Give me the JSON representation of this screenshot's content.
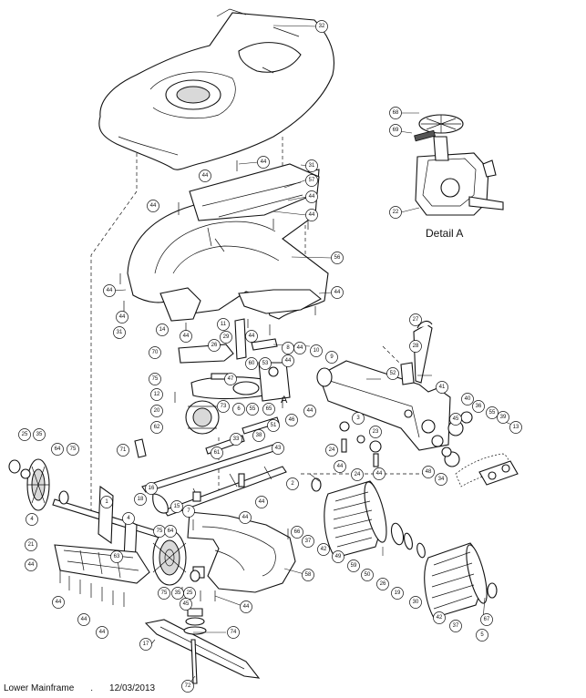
{
  "detail_label": "Detail A",
  "section_marker": "A",
  "footer": {
    "title": "Lower Mainframe",
    "separator": ".",
    "date": "12/03/2013"
  },
  "callouts": [
    {
      "id": "c32",
      "label": "32"
    },
    {
      "id": "c68",
      "label": "68"
    },
    {
      "id": "c69",
      "label": "69"
    },
    {
      "id": "c22",
      "label": "22"
    },
    {
      "id": "c44a",
      "label": "44"
    },
    {
      "id": "c44b",
      "label": "44"
    },
    {
      "id": "c44c",
      "label": "44"
    },
    {
      "id": "c31a",
      "label": "31"
    },
    {
      "id": "c57",
      "label": "57"
    },
    {
      "id": "c44d",
      "label": "44"
    },
    {
      "id": "c44e",
      "label": "44"
    },
    {
      "id": "c44f",
      "label": "44"
    },
    {
      "id": "c56",
      "label": "56"
    },
    {
      "id": "c44g",
      "label": "44"
    },
    {
      "id": "c44h",
      "label": "44"
    },
    {
      "id": "c31b",
      "label": "31"
    },
    {
      "id": "c14",
      "label": "14"
    },
    {
      "id": "c44i",
      "label": "44"
    },
    {
      "id": "c11",
      "label": "11"
    },
    {
      "id": "c44j",
      "label": "44"
    },
    {
      "id": "c27",
      "label": "27"
    },
    {
      "id": "c28",
      "label": "28"
    },
    {
      "id": "c70",
      "label": "70"
    },
    {
      "id": "c26",
      "label": "26"
    },
    {
      "id": "c29",
      "label": "29"
    },
    {
      "id": "c8",
      "label": "8"
    },
    {
      "id": "c44k",
      "label": "44"
    },
    {
      "id": "c10",
      "label": "10"
    },
    {
      "id": "c9",
      "label": "9"
    },
    {
      "id": "c60",
      "label": "60"
    },
    {
      "id": "c53",
      "label": "53"
    },
    {
      "id": "c44l",
      "label": "44"
    },
    {
      "id": "c75a",
      "label": "75"
    },
    {
      "id": "c47",
      "label": "47"
    },
    {
      "id": "c52",
      "label": "52"
    },
    {
      "id": "c12",
      "label": "12"
    },
    {
      "id": "c73",
      "label": "73"
    },
    {
      "id": "c6",
      "label": "6"
    },
    {
      "id": "c55a",
      "label": "55"
    },
    {
      "id": "c65",
      "label": "65"
    },
    {
      "id": "c41",
      "label": "41"
    },
    {
      "id": "c40",
      "label": "40"
    },
    {
      "id": "c36",
      "label": "36"
    },
    {
      "id": "c39",
      "label": "39"
    },
    {
      "id": "c45",
      "label": "45"
    },
    {
      "id": "c55b",
      "label": "55"
    },
    {
      "id": "c13",
      "label": "13"
    },
    {
      "id": "c20",
      "label": "20"
    },
    {
      "id": "c44m",
      "label": "44"
    },
    {
      "id": "c46",
      "label": "46"
    },
    {
      "id": "c62",
      "label": "62"
    },
    {
      "id": "c51",
      "label": "51"
    },
    {
      "id": "c3",
      "label": "3"
    },
    {
      "id": "c23",
      "label": "23"
    },
    {
      "id": "c24a",
      "label": "24"
    },
    {
      "id": "c44n",
      "label": "44"
    },
    {
      "id": "c24b",
      "label": "24"
    },
    {
      "id": "c44o",
      "label": "44"
    },
    {
      "id": "c48",
      "label": "48"
    },
    {
      "id": "c34",
      "label": "34"
    },
    {
      "id": "c38",
      "label": "38"
    },
    {
      "id": "c33",
      "label": "33"
    },
    {
      "id": "c43",
      "label": "43"
    },
    {
      "id": "c61",
      "label": "61"
    },
    {
      "id": "c71",
      "label": "71"
    },
    {
      "id": "c25a",
      "label": "25"
    },
    {
      "id": "c35a",
      "label": "35"
    },
    {
      "id": "c64a",
      "label": "64"
    },
    {
      "id": "c75b",
      "label": "75"
    },
    {
      "id": "c2",
      "label": "2"
    },
    {
      "id": "c18",
      "label": "18"
    },
    {
      "id": "c16",
      "label": "16"
    },
    {
      "id": "c15",
      "label": "15"
    },
    {
      "id": "c7",
      "label": "7"
    },
    {
      "id": "c44p",
      "label": "44"
    },
    {
      "id": "c44q",
      "label": "44"
    },
    {
      "id": "c1",
      "label": "1"
    },
    {
      "id": "c4a",
      "label": "4"
    },
    {
      "id": "c4b",
      "label": "4"
    },
    {
      "id": "c21",
      "label": "21"
    },
    {
      "id": "c63",
      "label": "63"
    },
    {
      "id": "c75c",
      "label": "75"
    },
    {
      "id": "c64b",
      "label": "64"
    },
    {
      "id": "c66",
      "label": "66"
    },
    {
      "id": "c37a",
      "label": "37"
    },
    {
      "id": "c42a",
      "label": "42"
    },
    {
      "id": "c49",
      "label": "49"
    },
    {
      "id": "c59",
      "label": "59"
    },
    {
      "id": "c50",
      "label": "50"
    },
    {
      "id": "c26b",
      "label": "26"
    },
    {
      "id": "c19",
      "label": "19"
    },
    {
      "id": "c30",
      "label": "30"
    },
    {
      "id": "c42b",
      "label": "42"
    },
    {
      "id": "c37b",
      "label": "37"
    },
    {
      "id": "c5",
      "label": "5"
    },
    {
      "id": "c58",
      "label": "58"
    },
    {
      "id": "c44r",
      "label": "44"
    },
    {
      "id": "c44s",
      "label": "44"
    },
    {
      "id": "c44t",
      "label": "44"
    },
    {
      "id": "c44u",
      "label": "44"
    },
    {
      "id": "c75d",
      "label": "75"
    },
    {
      "id": "c35b",
      "label": "35"
    },
    {
      "id": "c25b",
      "label": "25"
    },
    {
      "id": "c45b",
      "label": "45"
    },
    {
      "id": "c44v",
      "label": "44"
    },
    {
      "id": "c74",
      "label": "74"
    },
    {
      "id": "c17",
      "label": "17"
    },
    {
      "id": "c72",
      "label": "72"
    },
    {
      "id": "c67",
      "label": "67"
    }
  ]
}
